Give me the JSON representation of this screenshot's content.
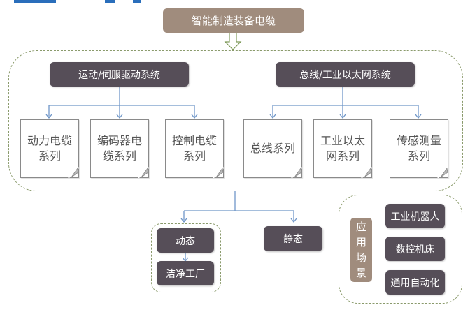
{
  "diagram": {
    "root": {
      "label": "智能制造装备电缆"
    },
    "systems": [
      {
        "label": "运动/伺服驱动系统",
        "series": [
          {
            "label": "动力电缆\n系列"
          },
          {
            "label": "编码器电\n缆系列"
          },
          {
            "label": "控制电缆\n系列"
          }
        ]
      },
      {
        "label": "总线/工业以太网系统",
        "series": [
          {
            "label": "总线系列"
          },
          {
            "label": "工业以太\n网系列"
          },
          {
            "label": "传感测量\n系列"
          }
        ]
      }
    ],
    "states": {
      "dynamic": {
        "label": "动态",
        "child": "洁净工厂"
      },
      "static": {
        "label": "静态"
      }
    },
    "applications": {
      "title": "应\n用\n场\n景",
      "items": [
        "工业机器人",
        "数控机床",
        "通用自动化"
      ]
    }
  },
  "colors": {
    "root_fill": "#a08c7d",
    "system_fill": "#564e58",
    "connector": "#6f96c8",
    "dashed_border": "#8a9a6b",
    "arrow_outline": "#7f9a5a"
  }
}
